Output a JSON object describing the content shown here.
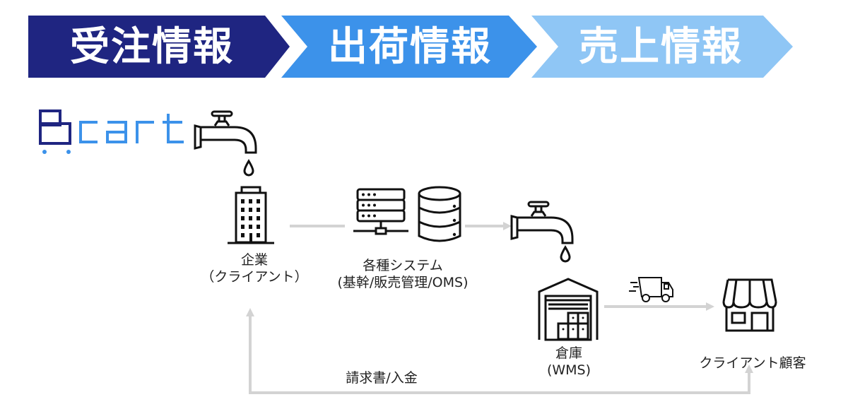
{
  "banner": {
    "steps": [
      {
        "label": "受注情報",
        "color": "#1f2581"
      },
      {
        "label": "出荷情報",
        "color": "#3c92ea"
      },
      {
        "label": "売上情報",
        "color": "#8fc6f5"
      }
    ]
  },
  "logo": {
    "text": "cart",
    "mark_color": "#1f2581",
    "text_color": "#3c92ea"
  },
  "nodes": {
    "company": {
      "line1": "企業",
      "line2": "（クライアント）"
    },
    "systems": {
      "line1": "各種システム",
      "line2": "(基幹/販売管理/OMS)"
    },
    "warehouse": {
      "line1": "倉庫",
      "line2": "(WMS)"
    },
    "customer": {
      "line1": "クライアント顧客"
    }
  },
  "flows": {
    "billing_label": "請求書/入金"
  },
  "colors": {
    "arrow": "#d3d3d3",
    "icon_stroke": "#111111"
  }
}
